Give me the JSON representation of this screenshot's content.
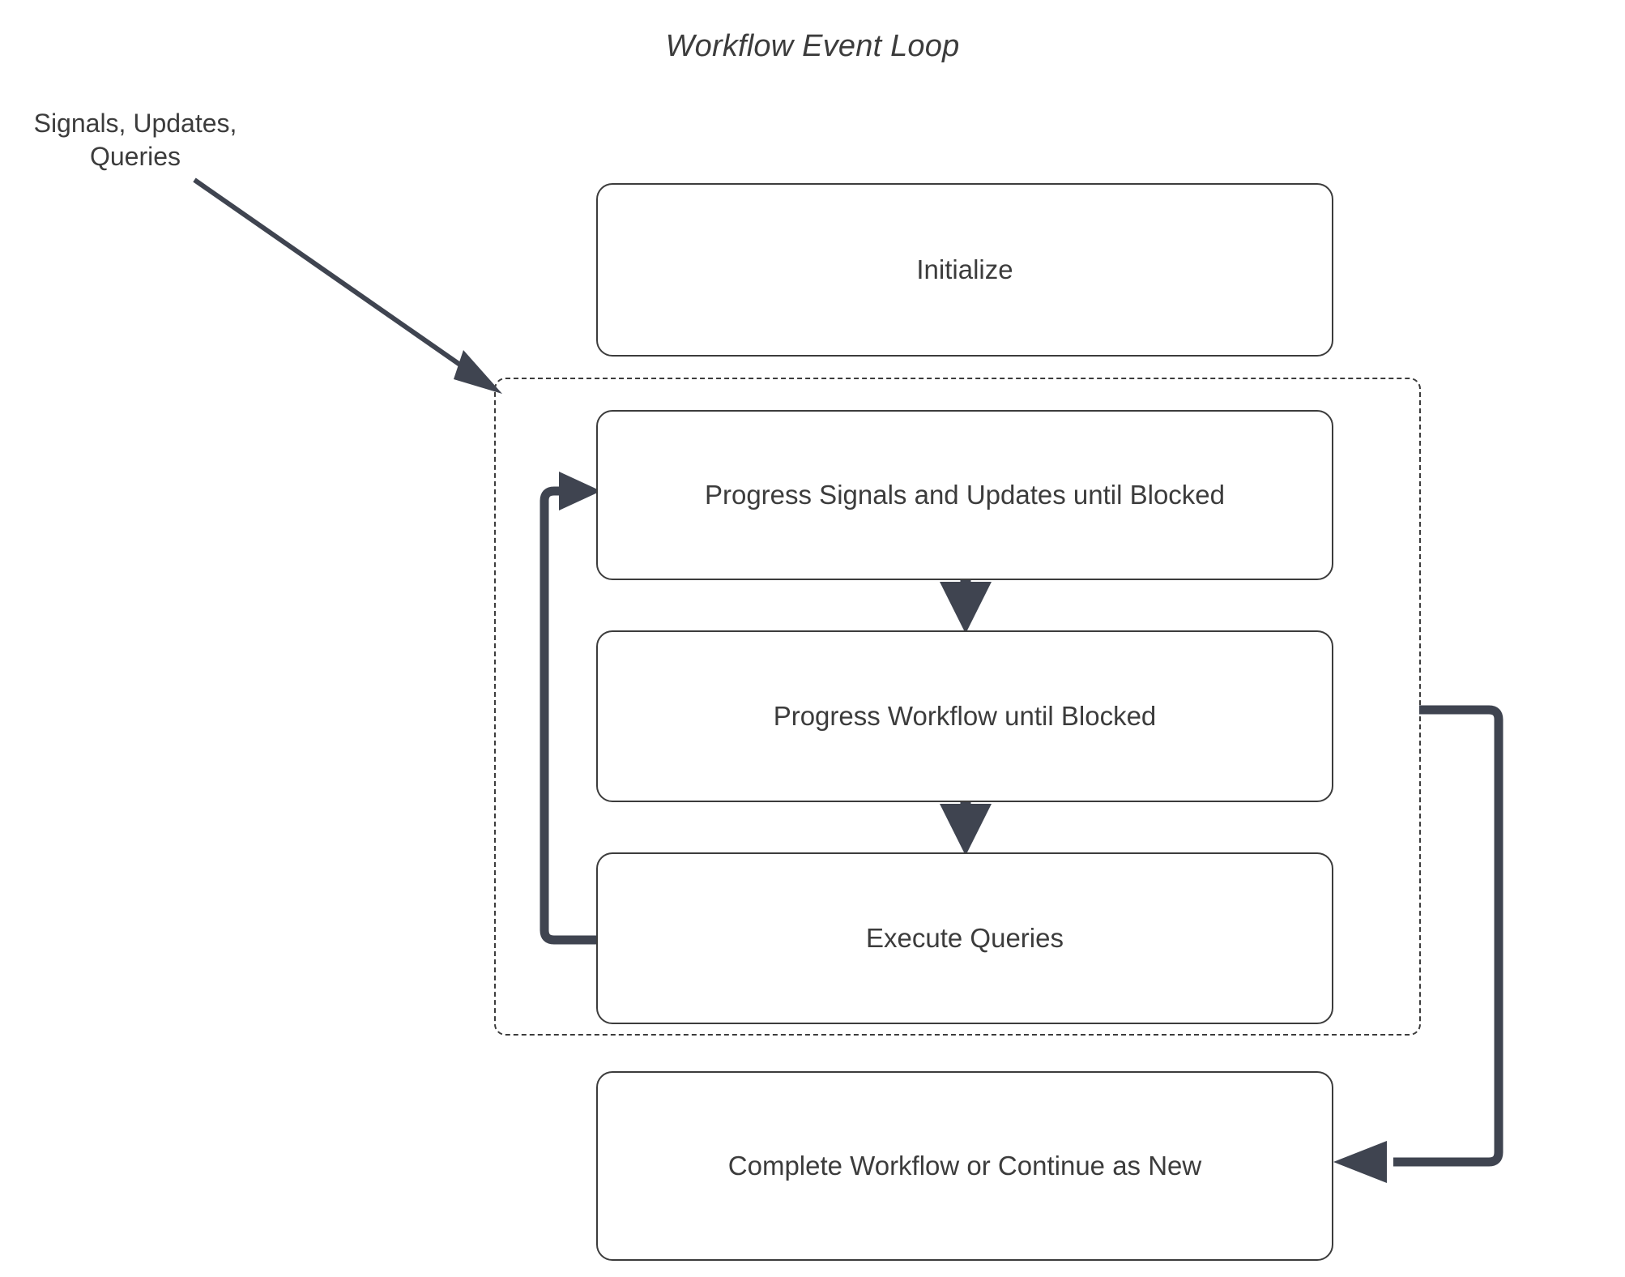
{
  "diagram": {
    "title": "Workflow Event Loop",
    "accent_color": "#3f4450",
    "text_color": "#3c3c3c",
    "border_color": "#3c3c3c",
    "background_color": "#ffffff",
    "external_input": {
      "label_line_1": "Signals, Updates,",
      "label_line_2": "Queries"
    },
    "nodes": [
      {
        "id": "initialize",
        "label": "Initialize"
      },
      {
        "id": "progress-signals-updates",
        "label": "Progress Signals and Updates until Blocked"
      },
      {
        "id": "progress-workflow",
        "label": "Progress Workflow until Blocked"
      },
      {
        "id": "execute-queries",
        "label": "Execute Queries"
      },
      {
        "id": "complete-workflow",
        "label": "Complete Workflow or Continue as New"
      }
    ],
    "loop_container": {
      "style": "dashed",
      "label": ""
    },
    "edges": [
      {
        "id": "external-to-loop",
        "from": "Signals, Updates, Queries",
        "to": "loop-container",
        "style": "solid-thin-arrow"
      },
      {
        "id": "signals-to-workflow",
        "from": "progress-signals-updates",
        "to": "progress-workflow",
        "style": "solid-arrow"
      },
      {
        "id": "workflow-to-queries",
        "from": "progress-workflow",
        "to": "execute-queries",
        "style": "solid-arrow"
      },
      {
        "id": "queries-loopback",
        "from": "execute-queries",
        "to": "progress-signals-updates",
        "style": "thick-loopback-arrow"
      },
      {
        "id": "loop-to-complete",
        "from": "loop-container",
        "to": "complete-workflow",
        "style": "thick-arrow"
      }
    ]
  }
}
